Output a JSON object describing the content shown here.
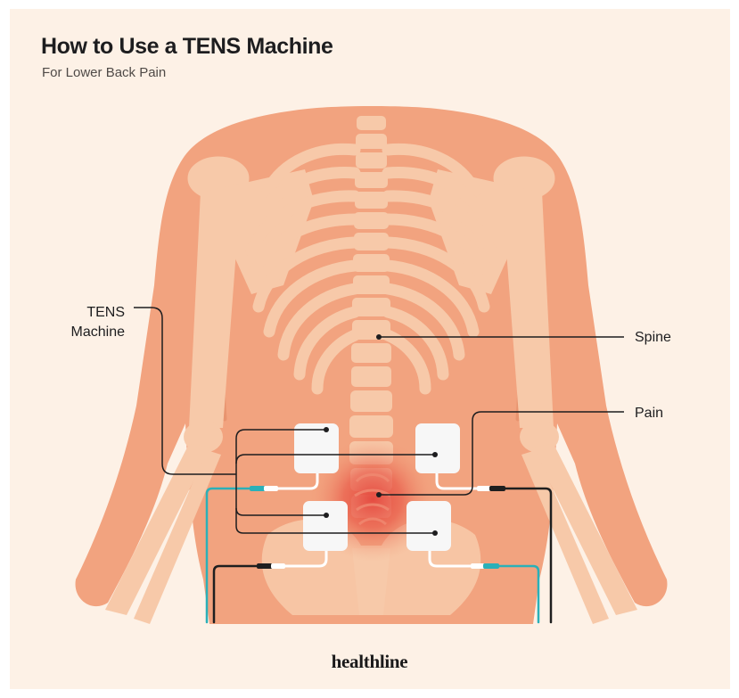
{
  "title": "How to Use a TENS Machine",
  "subtitle": "For Lower Back Pain",
  "labels": {
    "tens_line1": "TENS",
    "tens_line2": "Machine",
    "spine": "Spine",
    "pain": "Pain"
  },
  "brand": "healthline",
  "colors": {
    "background": "#fdf1e6",
    "skin": "#f2a37f",
    "bone": "#f7c9a9",
    "pain": "#e4453b",
    "pad": "#f7f7f7",
    "lead_teal": "#2bb0b8",
    "lead_black": "#1f1f1f"
  }
}
